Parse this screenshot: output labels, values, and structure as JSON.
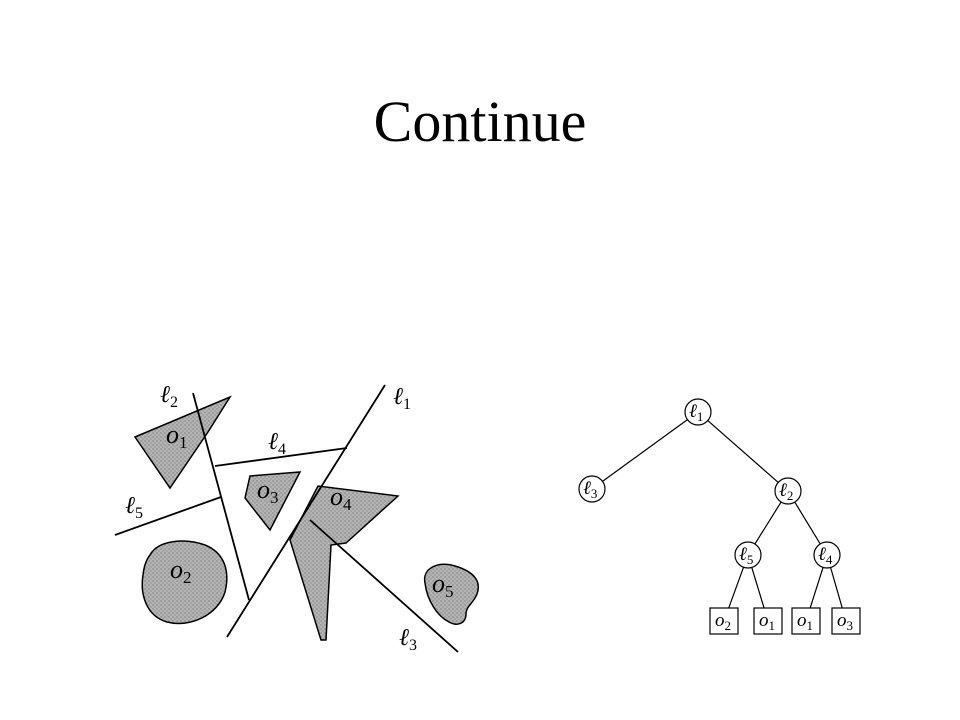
{
  "title": "Continue",
  "partition": {
    "lines": [
      {
        "id": "l1",
        "base": "ℓ",
        "sub": "1"
      },
      {
        "id": "l2",
        "base": "ℓ",
        "sub": "2"
      },
      {
        "id": "l3",
        "base": "ℓ",
        "sub": "3"
      },
      {
        "id": "l4",
        "base": "ℓ",
        "sub": "4"
      },
      {
        "id": "l5",
        "base": "ℓ",
        "sub": "5"
      }
    ],
    "objects": [
      {
        "id": "o1",
        "base": "o",
        "sub": "1"
      },
      {
        "id": "o2",
        "base": "o",
        "sub": "2"
      },
      {
        "id": "o3",
        "base": "o",
        "sub": "3"
      },
      {
        "id": "o4",
        "base": "o",
        "sub": "4"
      },
      {
        "id": "o5",
        "base": "o",
        "sub": "5"
      }
    ]
  },
  "tree": {
    "nodes": [
      {
        "id": "n_l1",
        "kind": "split",
        "base": "ℓ",
        "sub": "1"
      },
      {
        "id": "n_l3",
        "kind": "split",
        "base": "ℓ",
        "sub": "3"
      },
      {
        "id": "n_l2",
        "kind": "split",
        "base": "ℓ",
        "sub": "2"
      },
      {
        "id": "n_l5",
        "kind": "split",
        "base": "ℓ",
        "sub": "5"
      },
      {
        "id": "n_l4",
        "kind": "split",
        "base": "ℓ",
        "sub": "4"
      },
      {
        "id": "n_o2a",
        "kind": "leaf",
        "base": "o",
        "sub": "2"
      },
      {
        "id": "n_o1a",
        "kind": "leaf",
        "base": "o",
        "sub": "1"
      },
      {
        "id": "n_o1b",
        "kind": "leaf",
        "base": "o",
        "sub": "1"
      },
      {
        "id": "n_o3",
        "kind": "leaf",
        "base": "o",
        "sub": "3"
      }
    ],
    "edges": [
      [
        "n_l1",
        "n_l3"
      ],
      [
        "n_l1",
        "n_l2"
      ],
      [
        "n_l2",
        "n_l5"
      ],
      [
        "n_l2",
        "n_l4"
      ],
      [
        "n_l5",
        "n_o2a"
      ],
      [
        "n_l5",
        "n_o1a"
      ],
      [
        "n_l4",
        "n_o1b"
      ],
      [
        "n_l4",
        "n_o3"
      ]
    ]
  }
}
